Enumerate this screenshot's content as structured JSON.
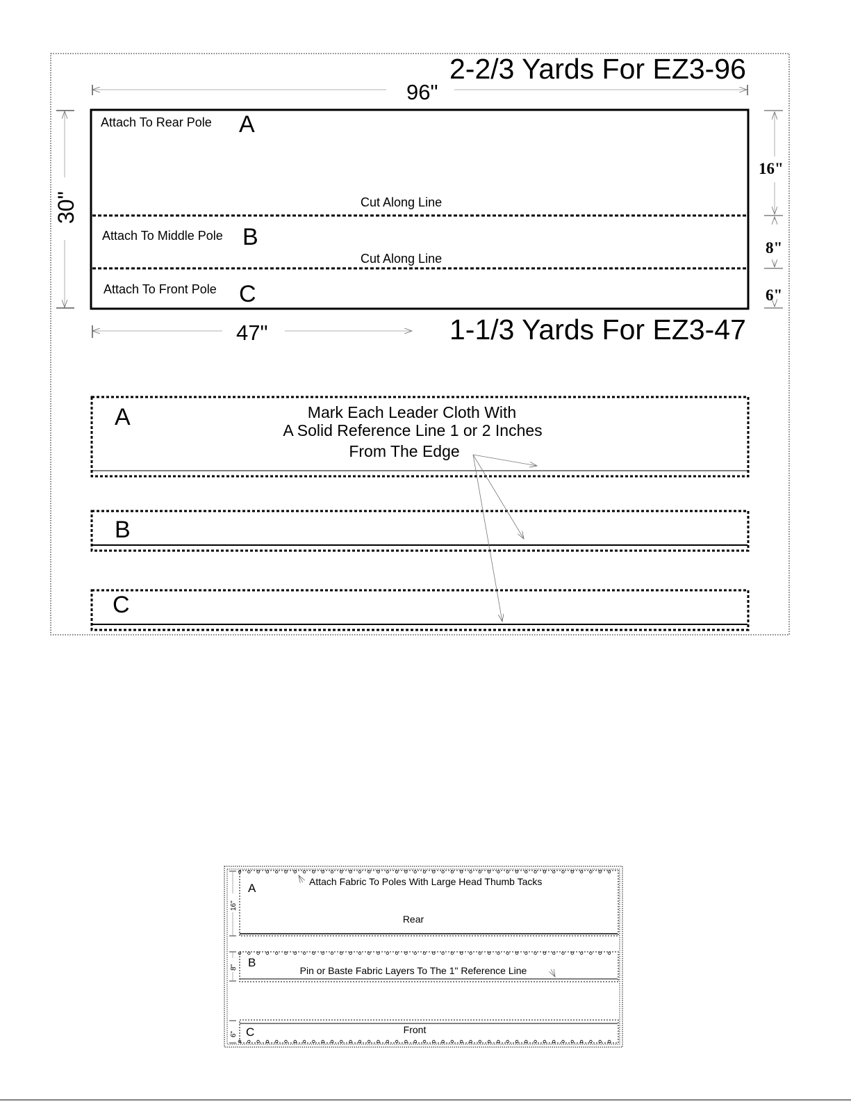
{
  "top_diagram": {
    "title_96": "2-2/3 Yards For EZ3-96",
    "title_47": "1-1/3 Yards For EZ3-47",
    "dim_96": "96\"",
    "dim_47": "47\"",
    "dim_30": "30\"",
    "dim_16": "16\"",
    "dim_8": "8\"",
    "dim_6": "6\"",
    "label_rear": "Attach To Rear Pole",
    "label_middle": "Attach To Middle Pole",
    "label_front": "Attach To Front Pole",
    "letter_a": "A",
    "letter_b": "B",
    "letter_c": "C",
    "cut_line_1": "Cut Along Line",
    "cut_line_2": "Cut Along Line"
  },
  "middle_diagram": {
    "letter_a": "A",
    "letter_b": "B",
    "letter_c": "C",
    "note_line_1": "Mark Each Leader Cloth With",
    "note_line_2": "A Solid Reference Line 1 or 2 Inches",
    "note_line_3": "From The Edge"
  },
  "bottom_diagram": {
    "letter_a": "A",
    "letter_b": "B",
    "letter_c": "C",
    "tack_note": "Attach Fabric To Poles With Large Head Thumb Tacks",
    "rear": "Rear",
    "pin_note": "Pin or Baste Fabric Layers To The 1\" Reference Line",
    "front": "Front",
    "dim_16": "16\"",
    "dim_8": "8\"",
    "dim_6": "6\""
  }
}
